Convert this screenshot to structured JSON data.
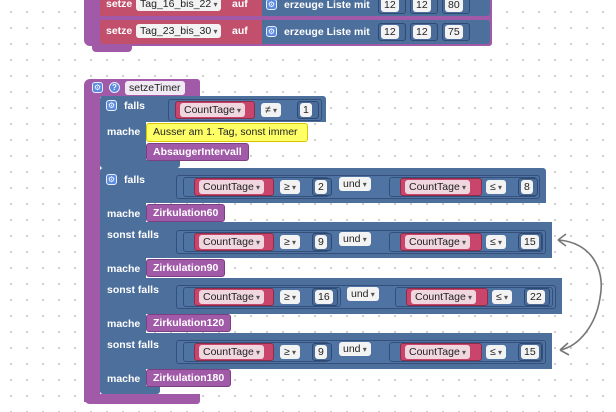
{
  "colors": {
    "procedure": "#a05aa8",
    "logic": "#4c6f9c",
    "variable": "#c9456b",
    "comment": "#ffff66"
  },
  "top_blocks": [
    {
      "set_label": "setze",
      "var_name": "Tag_16_bis_22",
      "to_label": "auf",
      "list_label": "erzeuge Liste mit",
      "values": [
        "12",
        "12",
        "80"
      ]
    },
    {
      "set_label": "setze",
      "var_name": "Tag_23_bis_30",
      "to_label": "auf",
      "list_label": "erzeuge Liste mit",
      "values": [
        "12",
        "12",
        "75"
      ]
    }
  ],
  "procedure": {
    "name": "setzeTimer",
    "gear_icon": "gear-icon",
    "help_icon": "question-icon",
    "if1": {
      "if_label": "falls",
      "var": "CountTage",
      "op": "≠",
      "value": "1",
      "do_label": "mache",
      "comment": "Ausser am 1. Tag, sonst immer",
      "call": "AbsaugerIntervall"
    },
    "if2": {
      "if_label": "falls",
      "do_label": "mache",
      "elseif_label": "sonst falls",
      "and_label": "und",
      "branches": [
        {
          "var1": "CountTage",
          "op1": "≥",
          "val1": "2",
          "var2": "CountTage",
          "op2": "≤",
          "val2": "8",
          "call": "Zirkulation60"
        },
        {
          "var1": "CountTage",
          "op1": "≥",
          "val1": "9",
          "var2": "CountTage",
          "op2": "≤",
          "val2": "15",
          "call": "Zirkulation90"
        },
        {
          "var1": "CountTage",
          "op1": "≥",
          "val1": "16",
          "var2": "CountTage",
          "op2": "≤",
          "val2": "22",
          "call": "Zirkulation120"
        },
        {
          "var1": "CountTage",
          "op1": "≥",
          "val1": "9",
          "var2": "CountTage",
          "op2": "≤",
          "val2": "15",
          "call": "Zirkulation180"
        }
      ]
    }
  }
}
